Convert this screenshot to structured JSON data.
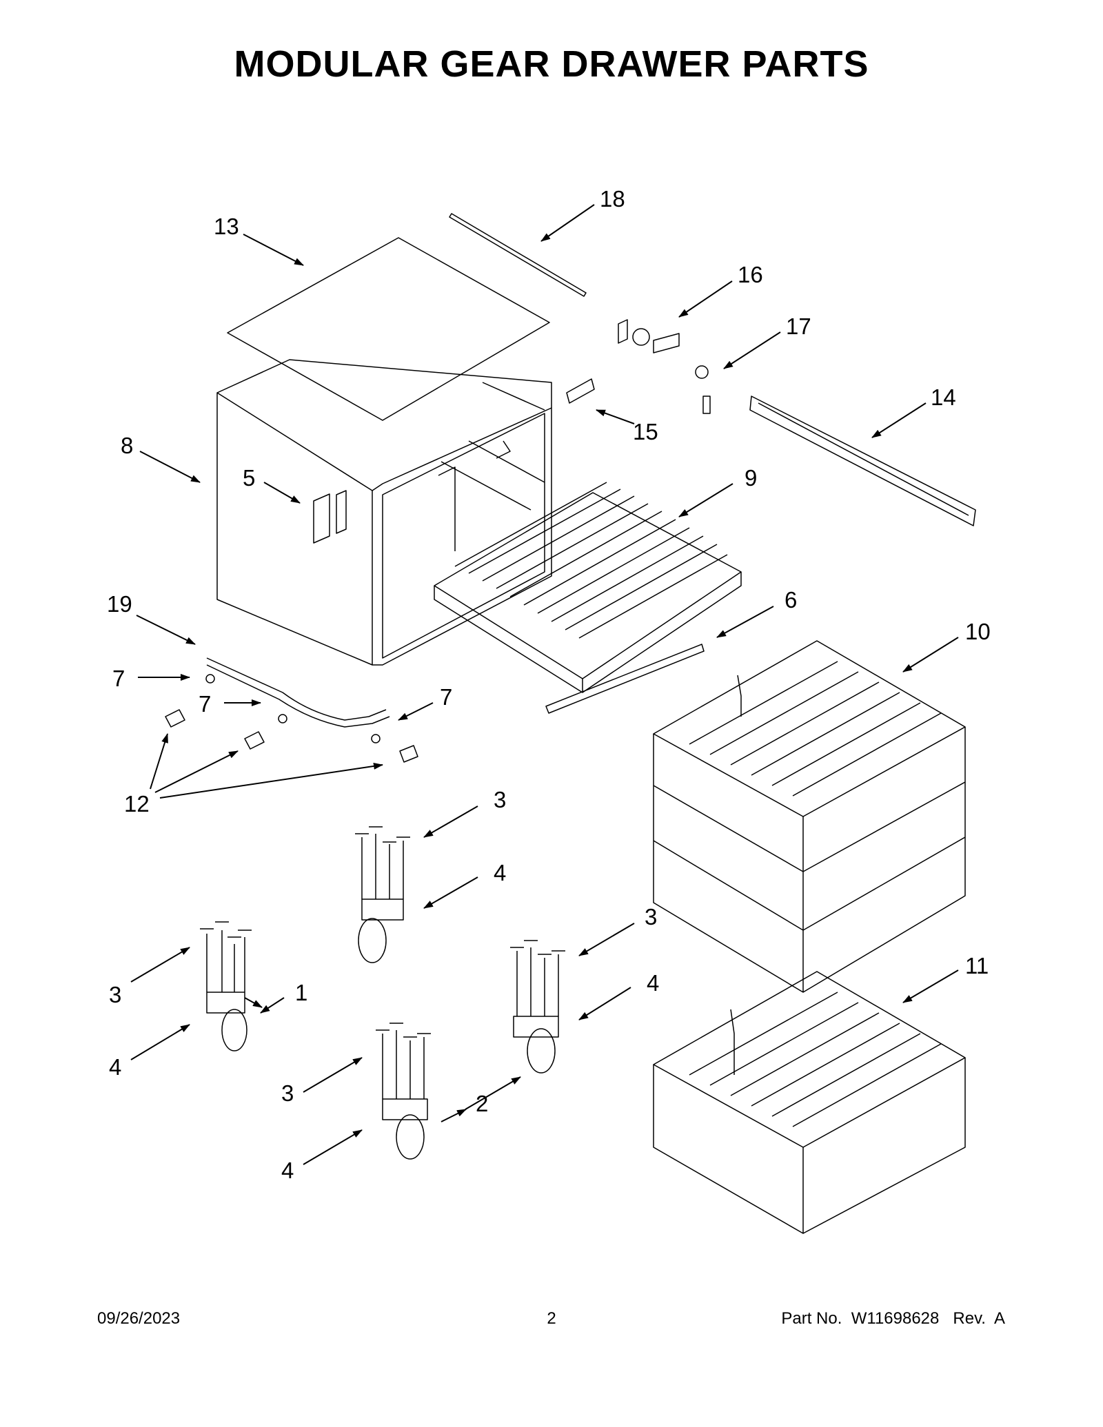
{
  "title": "MODULAR GEAR DRAWER PARTS",
  "callouts": {
    "c1": "1",
    "c2": "2",
    "c3": "3",
    "c4": "4",
    "c5": "5",
    "c6": "6",
    "c7": "7",
    "c8": "8",
    "c9": "9",
    "c10": "10",
    "c11": "11",
    "c12": "12",
    "c13": "13",
    "c14": "14",
    "c15": "15",
    "c16": "16",
    "c17": "17",
    "c18": "18",
    "c19": "19"
  },
  "footer": {
    "date": "09/26/2023",
    "page": "2",
    "part_label": "Part No.",
    "part_number": "W11698628",
    "rev_label": "Rev.",
    "rev": "A"
  }
}
